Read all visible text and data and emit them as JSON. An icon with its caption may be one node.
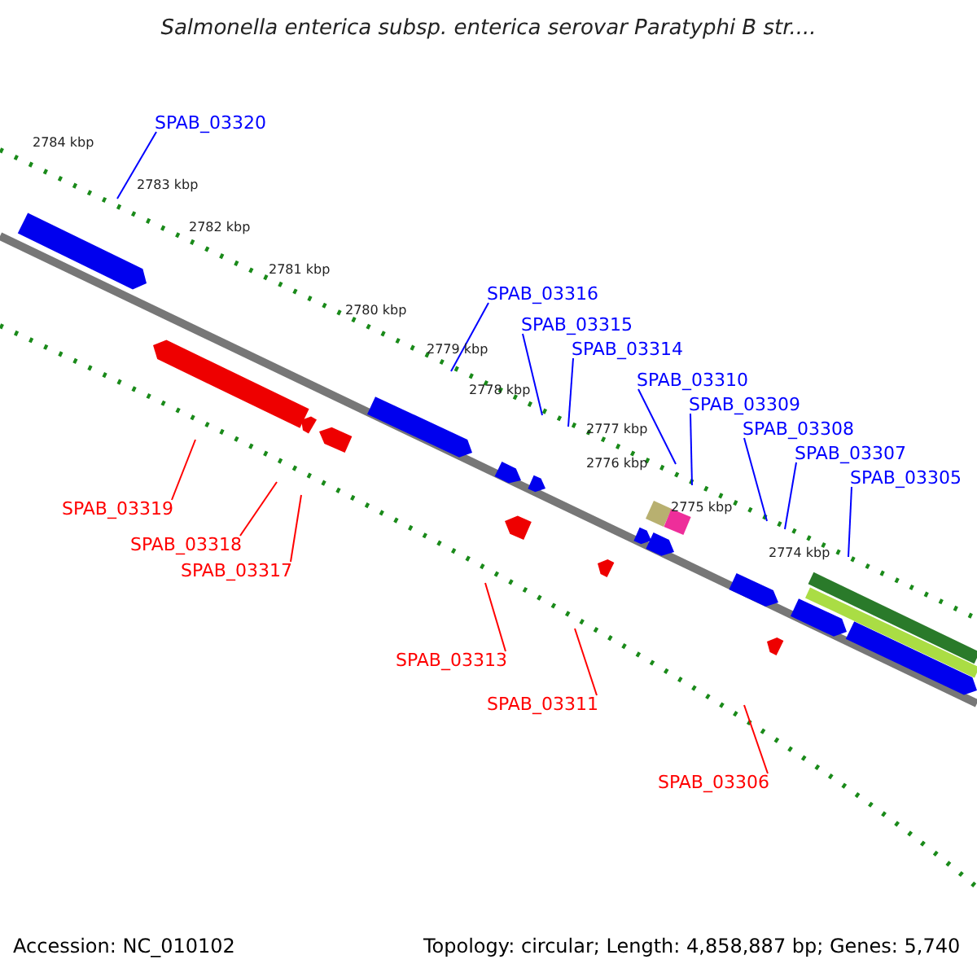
{
  "diagram": {
    "title": "Salmonella enterica subsp. enterica serovar Paratyphi B str....",
    "nodes": [
      {
        "text": [
          "SPAB_03320"
        ]
      },
      {
        "text": [
          "SPAB_03316"
        ]
      },
      {
        "text": [
          "SPAB_03315"
        ]
      },
      {
        "text": [
          "SPAB_03314"
        ]
      },
      {
        "text": [
          "SPAB_03310"
        ]
      },
      {
        "text": [
          "SPAB_03309"
        ]
      },
      {
        "text": [
          "SPAB_03308"
        ]
      },
      {
        "text": [
          "SPAB_03307"
        ]
      },
      {
        "text": [
          "SPAB_03305"
        ]
      },
      {
        "text": [
          "SPAB_03319"
        ]
      },
      {
        "text": [
          "SPAB_03318"
        ]
      },
      {
        "text": [
          "SPAB_03317"
        ]
      },
      {
        "text": [
          "SPAB_03313"
        ]
      },
      {
        "text": [
          "SPAB_03311"
        ]
      },
      {
        "text": [
          "SPAB_03306"
        ]
      }
    ],
    "edges": [
      {
        "from": 0,
        "to": null,
        "arrow": "none",
        "color": "#0000ff"
      },
      {
        "from": 1,
        "to": null,
        "arrow": "none",
        "color": "#0000ff"
      },
      {
        "from": 2,
        "to": null,
        "arrow": "none",
        "color": "#0000ff"
      },
      {
        "from": 3,
        "to": null,
        "arrow": "none",
        "color": "#0000ff"
      },
      {
        "from": 4,
        "to": null,
        "arrow": "none",
        "color": "#0000ff"
      },
      {
        "from": 5,
        "to": null,
        "arrow": "none",
        "color": "#0000ff"
      },
      {
        "from": 6,
        "to": null,
        "arrow": "none",
        "color": "#0000ff"
      },
      {
        "from": 7,
        "to": null,
        "arrow": "none",
        "color": "#0000ff"
      },
      {
        "from": 8,
        "to": null,
        "arrow": "none",
        "color": "#0000ff"
      },
      {
        "from": 9,
        "to": null,
        "arrow": "none",
        "color": "#ff0000"
      },
      {
        "from": 10,
        "to": null,
        "arrow": "none",
        "color": "#ff0000"
      },
      {
        "from": 11,
        "to": null,
        "arrow": "none",
        "color": "#ff0000"
      },
      {
        "from": 12,
        "to": null,
        "arrow": "none",
        "color": "#ff0000"
      },
      {
        "from": 13,
        "to": null,
        "arrow": "none",
        "color": "#ff0000"
      },
      {
        "from": 14,
        "to": null,
        "arrow": "none",
        "color": "#ff0000"
      }
    ],
    "labels": [
      "2784 kbp",
      "2783 kbp",
      "2782 kbp",
      "2781 kbp",
      "2780 kbp",
      "2779 kbp",
      "2778 kbp",
      "2777 kbp",
      "2776 kbp",
      "2775 kbp",
      "2774 kbp",
      "Accession: NC_010102",
      "Topology: circular; Length: 4,858,887 bp; Genes: 5,740"
    ]
  }
}
